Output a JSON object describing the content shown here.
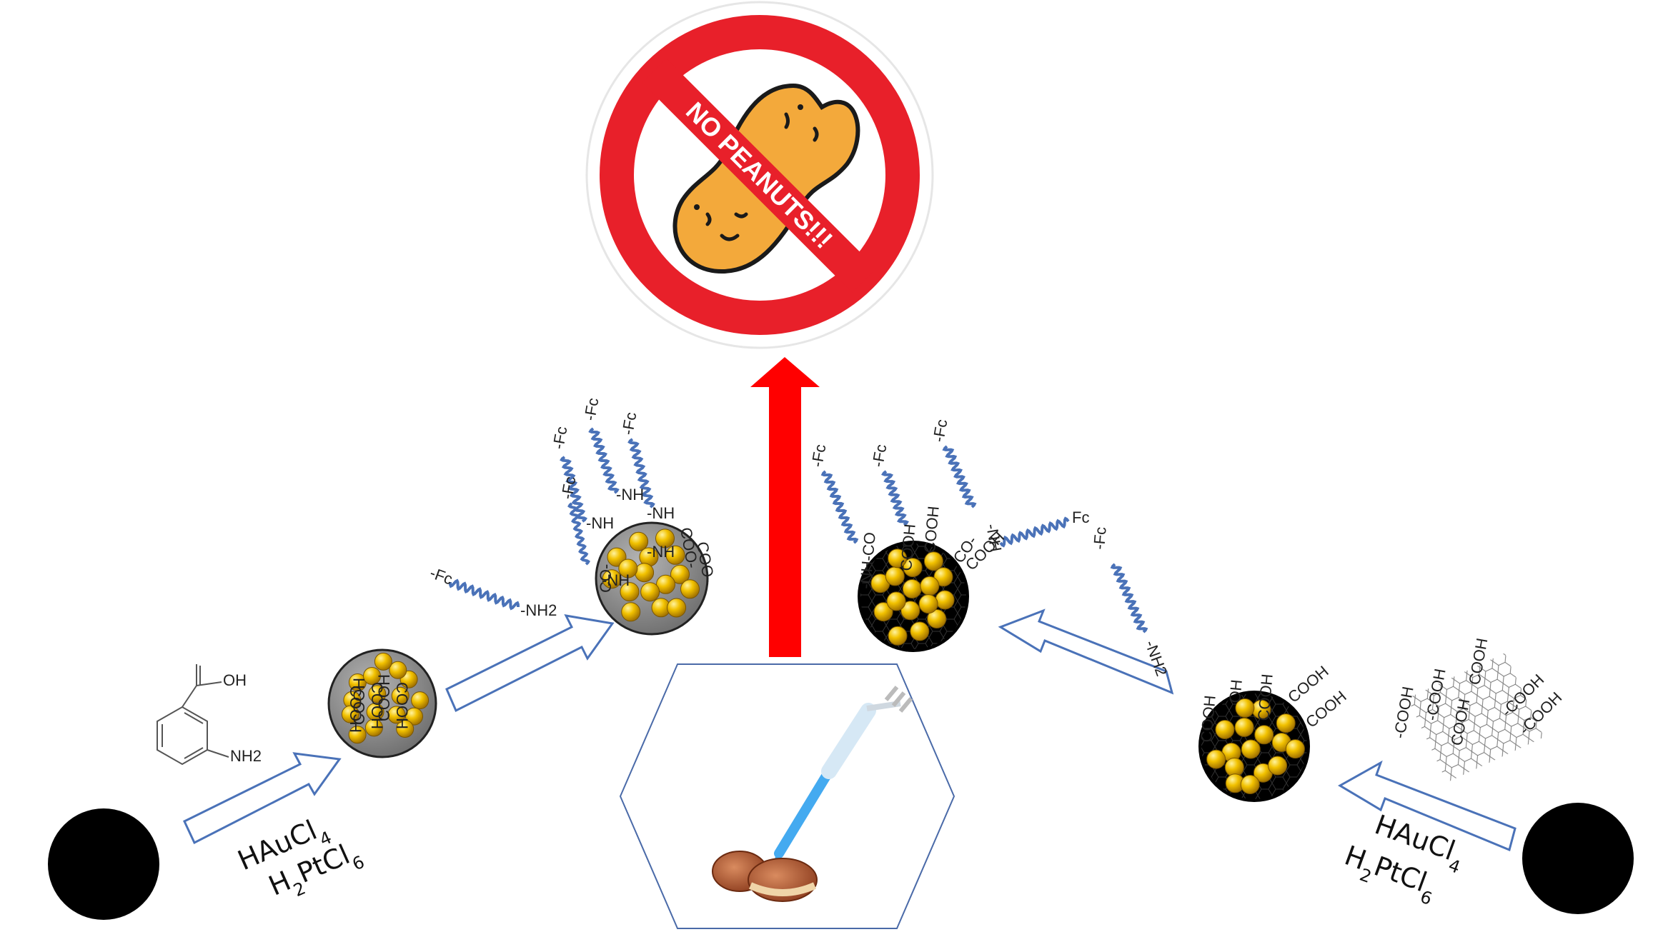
{
  "sign": {
    "text": "NO PEANUTS!!!",
    "ring_color": "#e8202a",
    "peanut_color": "#f3a93b"
  },
  "reagents_left": {
    "line1": "HAuCl4",
    "line2": "H2PtCl6"
  },
  "reagents_right": {
    "line1": "HAuCl4",
    "line2": "H2PtCl6"
  },
  "molecule_labels": {
    "oh": "OH",
    "nh2": "NH2"
  },
  "linker": {
    "fc": "-Fc",
    "nh2": "-NH2",
    "fc_plain": "Fc"
  },
  "groups": {
    "cooh": "COOH",
    "cooh_dash": "-COOH",
    "cooh_dash_left": "COOH-",
    "nh": "-NH",
    "co": "CO-",
    "coo": "COO-",
    "nh_co": "-NH-CO",
    "cooh_short": "OH"
  },
  "colors": {
    "arrow_outline": "#4a72b8",
    "red_arrow": "#ff0000",
    "chain_blue": "#4a72b8",
    "gold": "#f2c200",
    "grey_particle": "#8c8c8c",
    "black": "#000000"
  },
  "icons": [
    "forbidden-sign-icon",
    "peanut-icon",
    "dropper-icon",
    "hexagon-frame"
  ]
}
